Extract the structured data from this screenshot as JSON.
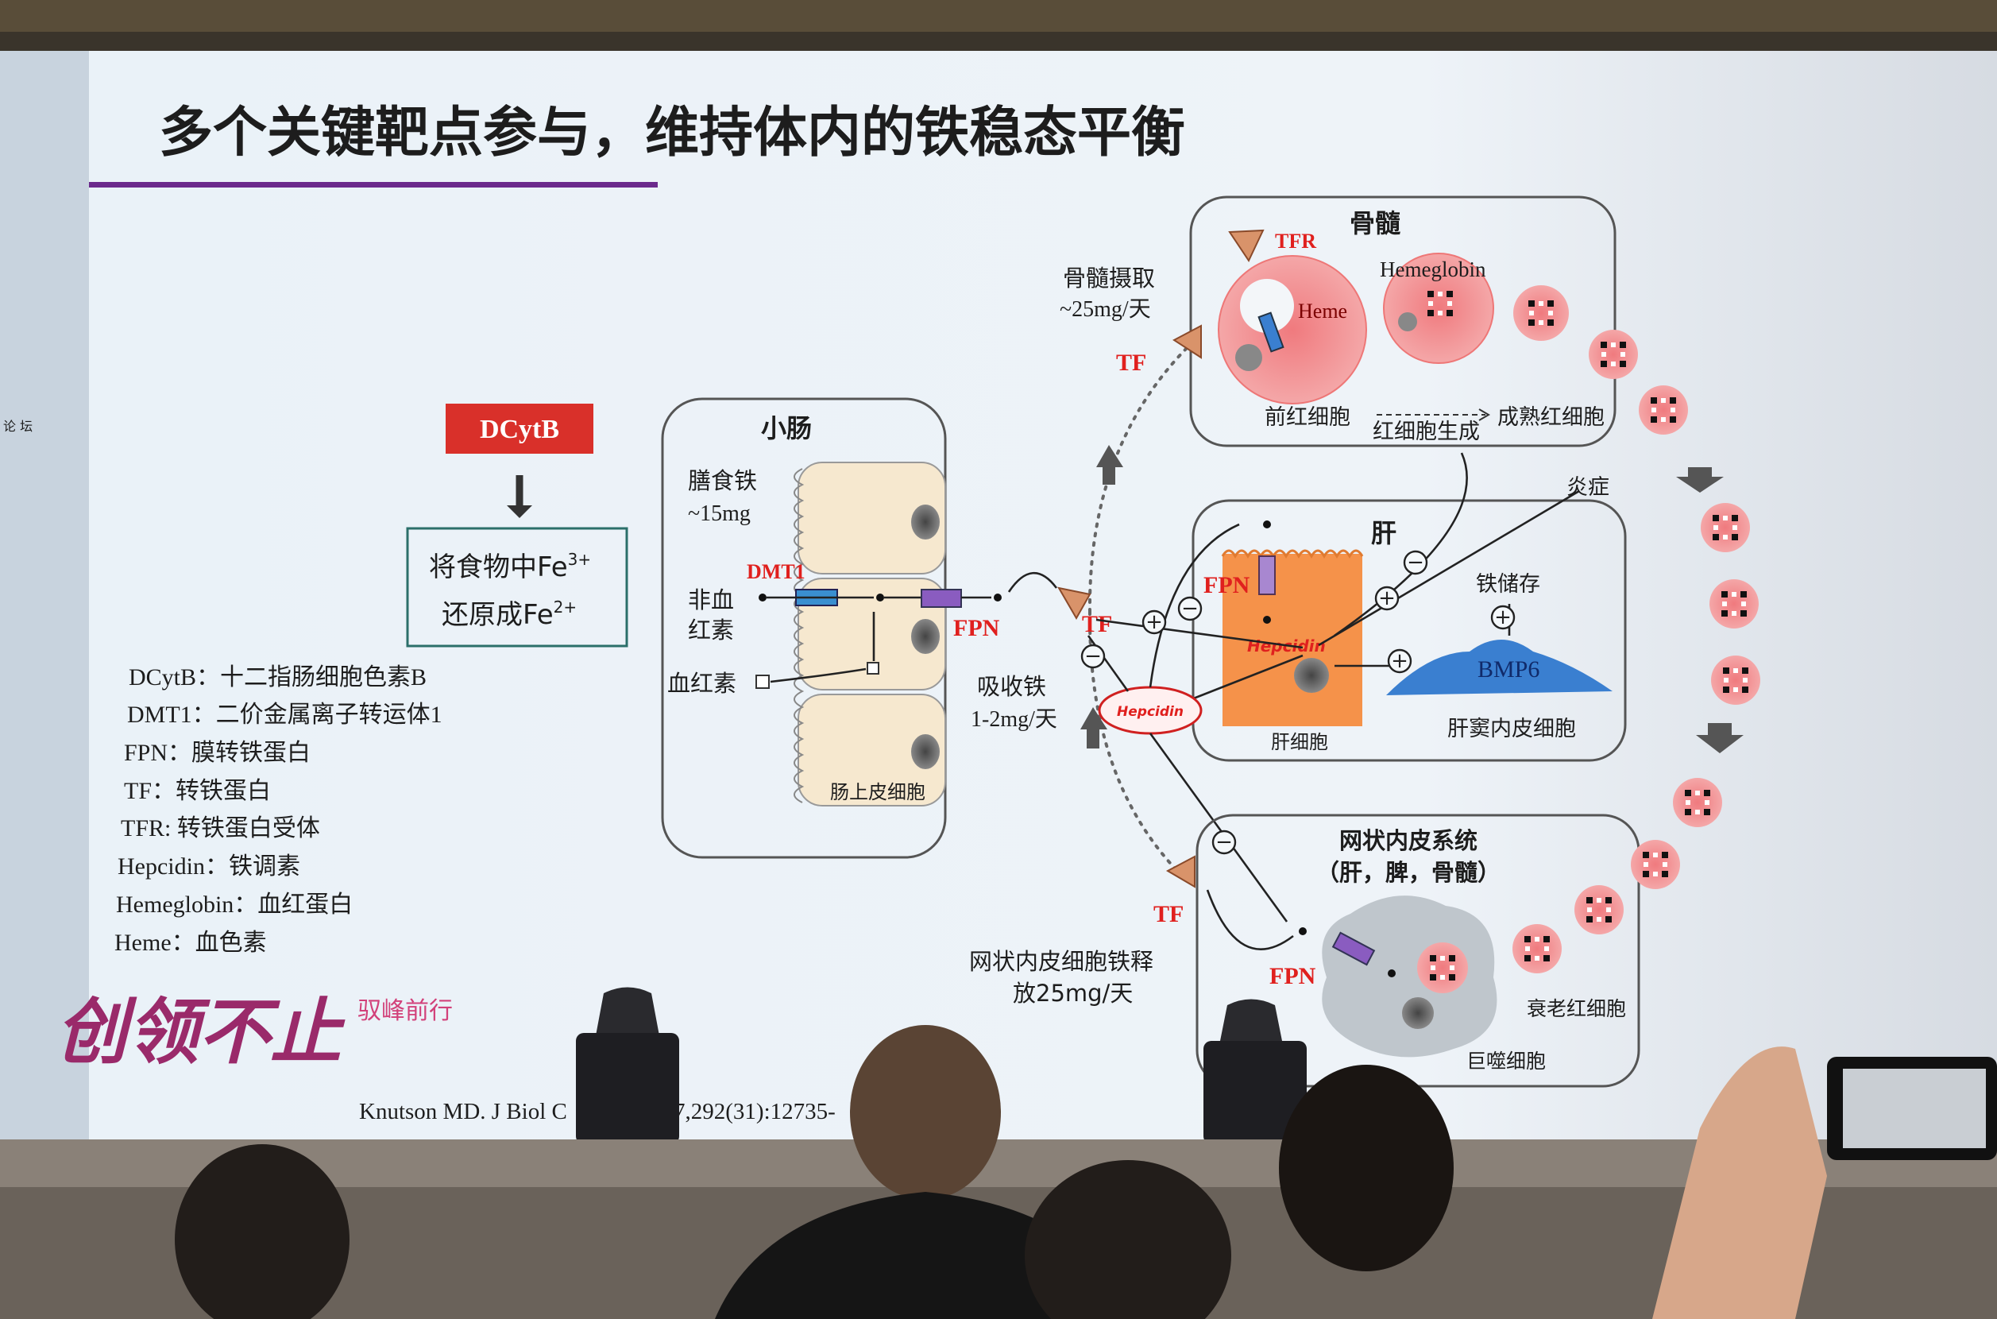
{
  "slide": {
    "title": "多个关键靶点参与，维持体内的铁稳态平衡",
    "side_text": "论 坛",
    "dcytb_box": "DCytB",
    "reduce_box": {
      "line1": "将食物中Fe",
      "sup1": "3+",
      "line2": "还原成Fe",
      "sup2": "2+"
    },
    "legend": [
      "DCytB：十二指肠细胞色素B",
      "DMT1：二价金属离子转运体1",
      "FPN：膜转铁蛋白",
      "TF：转铁蛋白",
      "TFR: 转铁蛋白受体",
      "Hepcidin：铁调素",
      "Hemeglobin：血红蛋白",
      "Heme：血色素"
    ],
    "signs": {
      "plus": "+",
      "minus": "−"
    },
    "intestine": {
      "title": "小肠",
      "diet_iron": "膳食铁",
      "diet_amount": "~15mg",
      "dmt1": "DMT1",
      "nonheme_1": "非血",
      "nonheme_2": "红素",
      "heme": "血红素",
      "epithelial": "肠上皮细胞",
      "fpn": "FPN",
      "absorb": "吸收铁",
      "absorb_amount": "1-2mg/天",
      "tf": "TF"
    },
    "marrow": {
      "title": "骨髓",
      "tfr": "TFR",
      "hemeglobin": "Hemeglobin",
      "heme": "Heme",
      "proerythro": "前红细胞",
      "erythropoiesis": "红细胞生成",
      "mature": "成熟红细胞",
      "uptake": "骨髓摄取",
      "uptake_amount": "~25mg/天",
      "tf": "TF"
    },
    "liver": {
      "title": "肝",
      "fpn": "FPN",
      "hepcidin": "Hepcidin",
      "hepatocyte": "肝细胞",
      "iron_store": "铁储存",
      "bmp6": "BMP6",
      "sinusoid": "肝窦内皮细胞",
      "inflammation": "炎症",
      "hepcidin_circulating": "Hepcidin"
    },
    "res": {
      "title": "网状内皮系统",
      "subtitle": "（肝，脾，骨髓）",
      "fpn": "FPN",
      "senescent": "衰老红细胞",
      "macrophage": "巨噬细胞",
      "tf": "TF",
      "release_1": "网状内皮细胞铁释",
      "release_2": "放25mg/天"
    },
    "citation_left": "Knutson MD. J Biol C",
    "citation_right": "7,292(31):12735-",
    "logo": {
      "main": "创领不止",
      "sub": "驭峰前行"
    }
  },
  "colors": {
    "title_underline": "#6b2a8c",
    "dcytb": "#d9302a",
    "rbc": "#f0a0a4",
    "hepatocyte": "#f5924a",
    "bmp6": "#3a7fd0",
    "label_red": "#e0201e"
  }
}
